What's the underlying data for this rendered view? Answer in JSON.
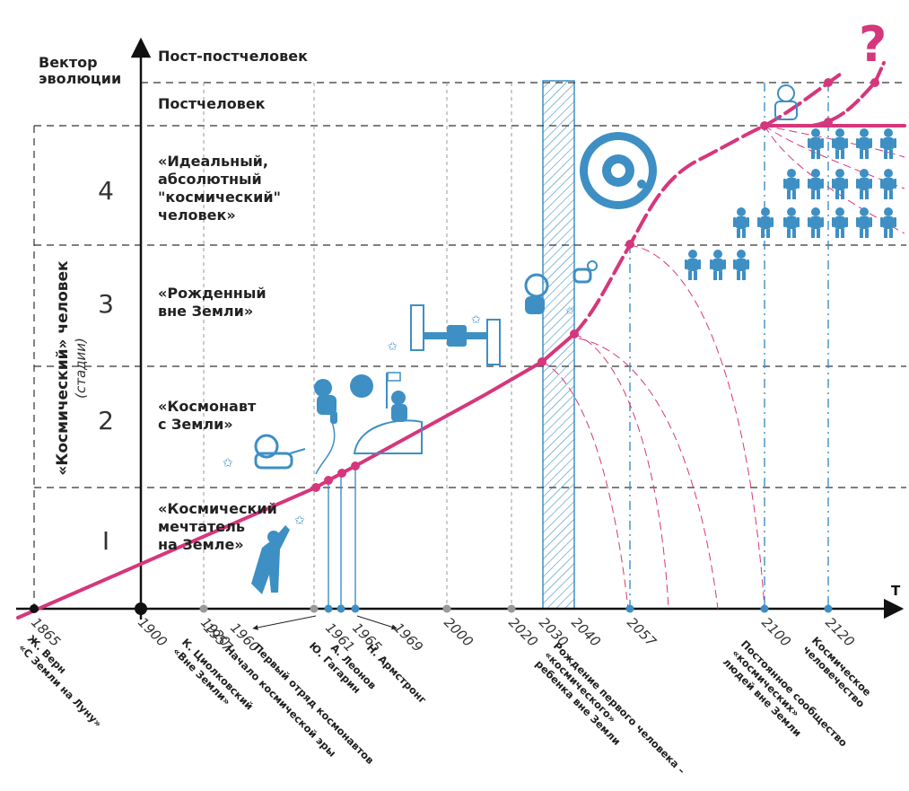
{
  "axis": {
    "y_title_line1": "Вектор",
    "y_title_line2": "эволюции",
    "x_title": "T",
    "stage_axis_title": "«Космический» человек",
    "stage_axis_subtitle": "(стадии)"
  },
  "levels": [
    {
      "lines": [
        "Пост-постчеловек"
      ]
    },
    {
      "lines": [
        "Постчеловек"
      ]
    },
    {
      "stage": "4",
      "lines": [
        "«Идеальный,",
        "абсолютный",
        "\"космический\"",
        "человек»"
      ]
    },
    {
      "stage": "3",
      "lines": [
        "«Рожденный",
        "вне Земли»"
      ]
    },
    {
      "stage": "2",
      "lines": [
        "«Космонавт",
        "с Земли»"
      ]
    },
    {
      "stage": "I",
      "lines": [
        "«Космический",
        "мечтатель",
        "на Земле»"
      ]
    }
  ],
  "years": [
    "1865",
    "1900",
    "1920",
    "1957",
    "1960",
    "1961",
    "1965",
    "1969",
    "2000",
    "2020",
    "2030",
    "2040",
    "2057",
    "2100",
    "2120"
  ],
  "events": [
    {
      "year": "1865",
      "lines": [
        "Ж. Верн",
        "«С Земли на Луну»"
      ]
    },
    {
      "year": "1920",
      "lines": [
        "К. Циолковский",
        "«Вне Земли»"
      ]
    },
    {
      "year": "1957",
      "lines": [
        "Начало космической эры"
      ]
    },
    {
      "year": "1960",
      "lines": [
        "Первый отряд космонавтов"
      ]
    },
    {
      "year": "1961",
      "lines": [
        "Ю. Гагарин"
      ]
    },
    {
      "year": "1965",
      "lines": [
        "А. Леонов"
      ]
    },
    {
      "year": "1969",
      "lines": [
        "Н. Армстронг"
      ]
    },
    {
      "year": "2040",
      "lines": [
        "Рождение первого человека –",
        "«космического»",
        "ребенка вне Земли"
      ]
    },
    {
      "year": "2100",
      "lines": [
        "Постоянное сообщество",
        "«космических»",
        "людей вне Земли"
      ]
    },
    {
      "year": "2120",
      "lines": [
        "Космическое",
        "человечество"
      ]
    }
  ],
  "question_mark": "?",
  "colors": {
    "curve": "#d6367c",
    "blue": "#3d8fc4",
    "axis": "#111111",
    "grid": "#333333"
  },
  "icons": [
    "dreamer-icon",
    "astronaut-icon",
    "space-station-icon",
    "baby-astronaut-icon",
    "space-habitat-icon",
    "people-crowd-icon",
    "robot-astronaut-icon",
    "moon-icon",
    "star-icon"
  ]
}
